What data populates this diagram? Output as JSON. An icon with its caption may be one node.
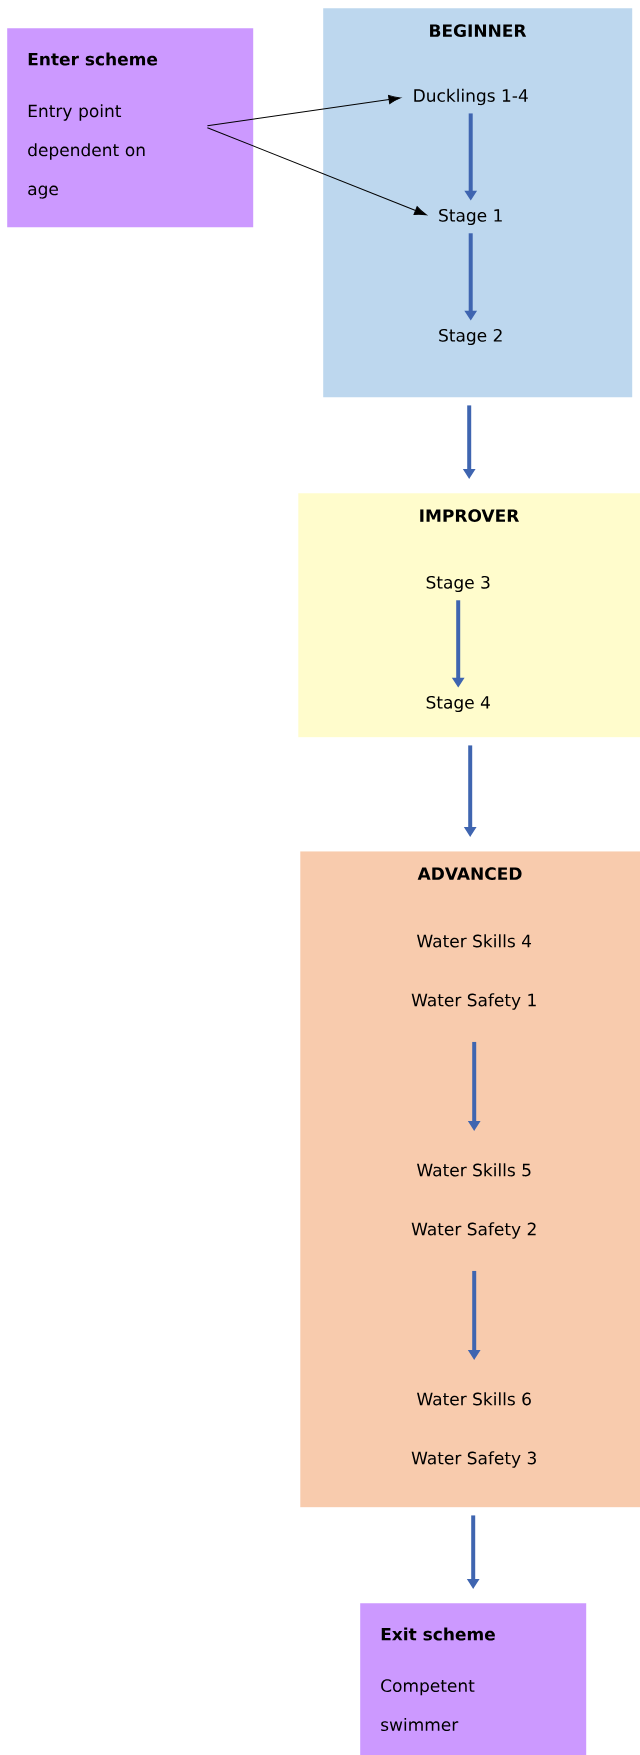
{
  "diagram": {
    "nodes": [
      {
        "text": [
          "Enter scheme",
          "Entry point dependent on age"
        ]
      },
      {
        "text": [
          "BEGINNER"
        ]
      },
      {
        "text": [
          "Ducklings 1-4"
        ],
        "in": 1
      },
      {
        "text": [
          "Stage 1"
        ],
        "in": 1
      },
      {
        "text": [
          "Stage 2"
        ],
        "in": 1
      },
      {
        "text": [
          "IMPROVER"
        ]
      },
      {
        "text": [
          "Stage 3"
        ],
        "in": 5
      },
      {
        "text": [
          "Stage 4"
        ],
        "in": 5
      },
      {
        "text": [
          "ADVANCED"
        ]
      },
      {
        "text": [
          "Water Skills 4",
          "Water Safety 1"
        ],
        "in": 8
      },
      {
        "text": [
          "Water Skills 5",
          "Water Safety 2"
        ],
        "in": 8
      },
      {
        "text": [
          "Water Skills 6",
          "Water Safety 3"
        ],
        "in": 8
      },
      {
        "text": [
          "Exit scheme",
          "Competent swimmer"
        ]
      }
    ],
    "edges": [
      {
        "from": 0,
        "to": 2,
        "arrow": "to",
        "color": "#000000"
      },
      {
        "from": 0,
        "to": 3,
        "arrow": "to",
        "color": "#000000"
      },
      {
        "from": 2,
        "to": 3,
        "arrow": "to"
      },
      {
        "from": 3,
        "to": 4,
        "arrow": "to"
      },
      {
        "from": 1,
        "to": 5,
        "arrow": "to"
      },
      {
        "from": 6,
        "to": 7,
        "arrow": "to"
      },
      {
        "from": 5,
        "to": 8,
        "arrow": "to"
      },
      {
        "from": 9,
        "to": 10,
        "arrow": "to"
      },
      {
        "from": 10,
        "to": 11,
        "arrow": "to"
      },
      {
        "from": 8,
        "to": 12,
        "arrow": "to"
      }
    ]
  }
}
